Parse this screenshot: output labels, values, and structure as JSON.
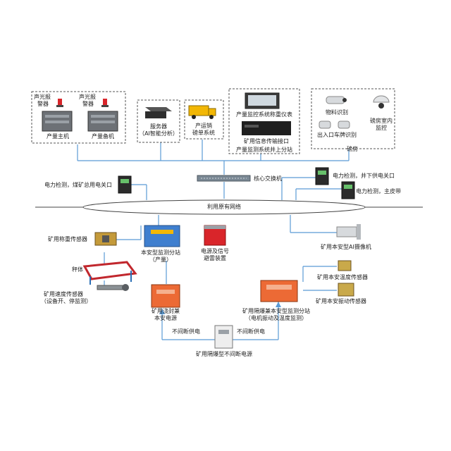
{
  "labels": {
    "alarm1": "声光报",
    "alarm1b": "警器",
    "alarm2": "声光报",
    "alarm2b": "警器",
    "main_host": "产量主机",
    "backup_host": "产量备机",
    "server": "服务器",
    "server_sub": "（AI智能分析）",
    "sales": "产运销",
    "sales_sub": "磅单系统",
    "weigh_instrument": "产量监控系统称重仪表",
    "transfer_iface": "矿用信息传输接口",
    "substation": "产量监测系统井上分站",
    "material_id": "物料识别",
    "plate_id": "出入口车牌识别",
    "room_monitor": "磅房室内",
    "room_monitor_b": "监控",
    "scale_room": "磅房",
    "core_switch": "核心交换机",
    "power_main": "电力检测，煤矿总用电关口",
    "power_under": "电力检测，井下供电关口",
    "power_belt": "电力检测，主皮带",
    "network": "利用原有网络",
    "weigh_sensor": "矿用称重传感器",
    "scale_body": "秤体",
    "speed_sensor": "矿用速度传感器",
    "speed_sensor_sub": "（设备开、停监测）",
    "monitor_station": "本安型监测分站",
    "monitor_station_sub": "（产量）",
    "surge": "电源及信号",
    "surge_sub": "避雷装置",
    "ai_camera": "矿用本安型AI摄像机",
    "temp_sensor": "矿用本安温度传感器",
    "flame_power": "矿用浇封兼",
    "flame_power_sub": "本安电源",
    "explosion_station": "矿用隔爆兼本安型监测分站",
    "explosion_station_sub": "（电机振动及温度监测）",
    "vibration_sensor": "矿用本安振动传感器",
    "ups_left": "不间断供电",
    "ups_right": "不间断供电",
    "ups": "矿用隔爆型不间断电源"
  },
  "colors": {
    "line": "#5b9bd5",
    "box_border": "#555555",
    "alarm_red": "#d9252a",
    "orange_box": "#ec6a35",
    "blue_station": "#3f7fcf",
    "truck_yellow": "#f2b705",
    "dark_device": "#2e2e2e",
    "sensor_gray": "#9aa0a6"
  }
}
